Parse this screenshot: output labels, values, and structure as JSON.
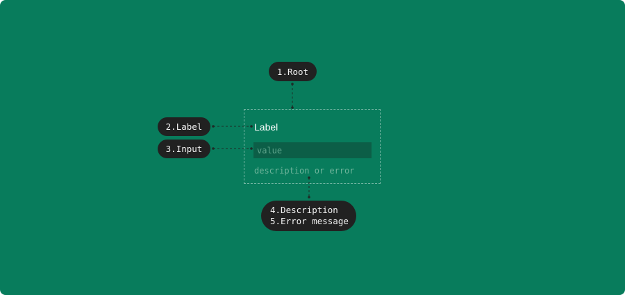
{
  "callouts": {
    "root": "1.Root",
    "label": "2.Label",
    "input": "3.Input",
    "description": "4.Description",
    "error": "5.Error message"
  },
  "component": {
    "label": "Label",
    "input_value": "value",
    "description": "description or error"
  },
  "colors": {
    "background": "#087c5c",
    "pill": "#212121",
    "input": "#0c5e47"
  }
}
